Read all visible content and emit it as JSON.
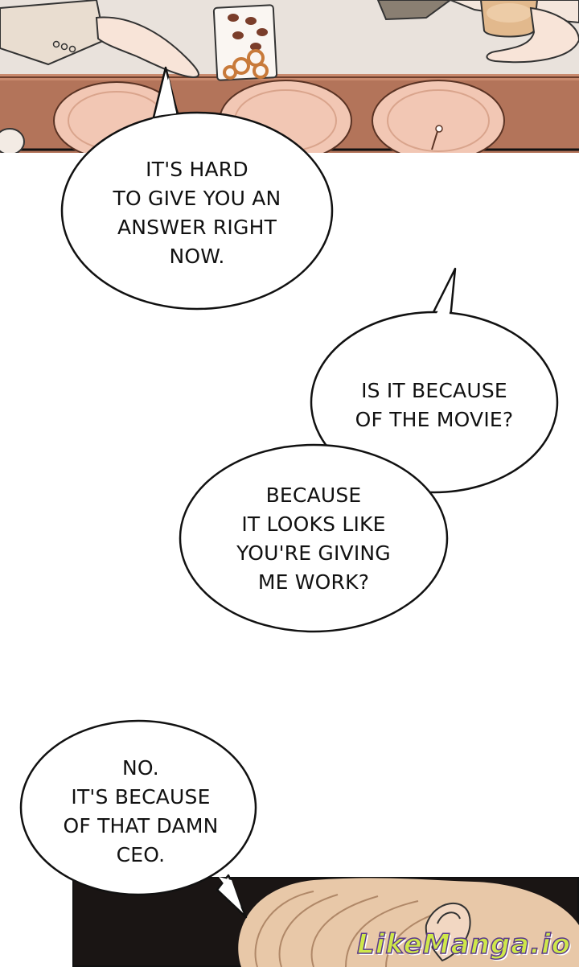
{
  "bubbles": [
    {
      "id": "bubble-1",
      "text": "IT'S HARD\nTO GIVE YOU AN\nANSWER RIGHT\nNOW."
    },
    {
      "id": "bubble-2",
      "text": "IS IT BECAUSE\nOF THE MOVIE?"
    },
    {
      "id": "bubble-3",
      "text": "BECAUSE\nIT LOOKS LIKE\nYOU'RE GIVING\nME WORK?"
    },
    {
      "id": "bubble-4",
      "text": "NO.\nIT'S BECAUSE\nOF THAT DAMN\nCEO."
    }
  ],
  "watermark": {
    "text": "LikeManga.io"
  },
  "colors": {
    "table_top": "#b3745a",
    "table_edge": "#7a4632",
    "plate": "#f2c7b4",
    "bubble_fill": "#ffffff",
    "outline": "#111111",
    "dark_bg": "#1a1514",
    "hair": "#e8c8a8"
  }
}
